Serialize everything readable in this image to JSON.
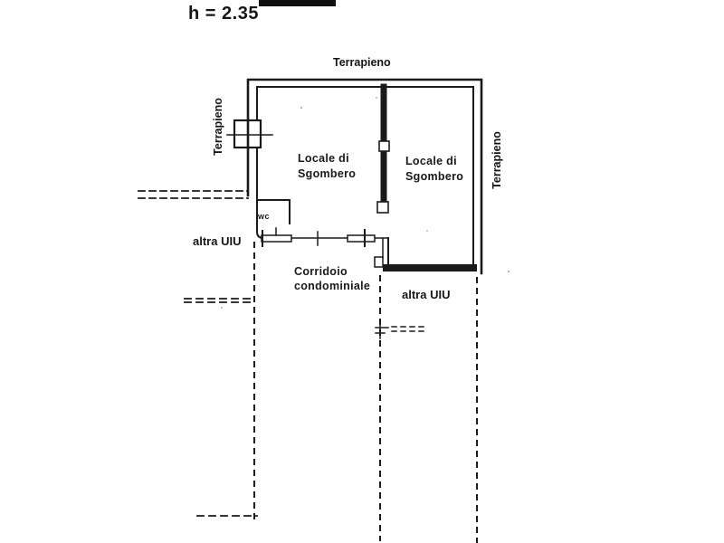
{
  "plan": {
    "height_label": "h = 2.35",
    "labels": {
      "terrapieno_top": "Terrapieno",
      "terrapieno_left": "Terrapieno",
      "terrapieno_right": "Terrapieno",
      "room_left": {
        "line1": "Locale di",
        "line2": "Sgombero"
      },
      "room_right": {
        "line1": "Locale di",
        "line2": "Sgombero"
      },
      "wc": "wc",
      "altra_uiu_left": "altra UIU",
      "altra_uiu_right": "altra UIU",
      "corridor": {
        "line1": "Corridoio",
        "line2": "condominiale"
      }
    },
    "colors": {
      "ink": "#1a1a1a",
      "paper": "#ffffff"
    }
  }
}
